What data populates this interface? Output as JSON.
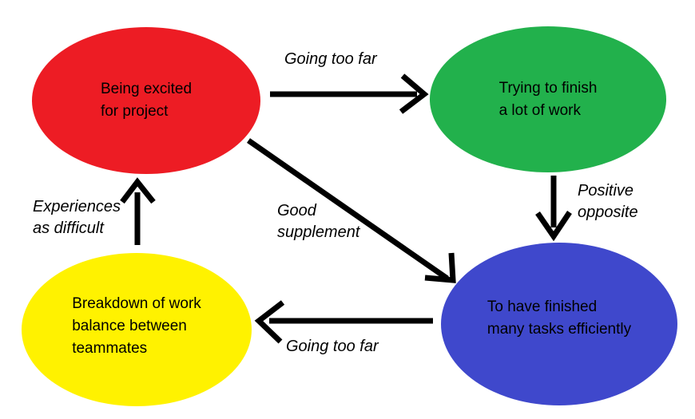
{
  "diagram": {
    "background_color": "#ffffff",
    "arrow_color": "#000000",
    "text_color": "#000000",
    "nodes": [
      {
        "id": "being-excited",
        "color": "#ed1c24",
        "lines": [
          "Being excited",
          "for project"
        ]
      },
      {
        "id": "trying-to-finish",
        "color": "#22b14c",
        "lines": [
          "Trying to finish",
          "a lot of work"
        ]
      },
      {
        "id": "finished-many-tasks",
        "color": "#3f48cc",
        "lines": [
          "To have finished",
          "many tasks efficiently"
        ]
      },
      {
        "id": "breakdown-work-balance",
        "color": "#fff200",
        "lines": [
          "Breakdown of work",
          "balance between",
          "teammates"
        ]
      }
    ],
    "edges": [
      {
        "from": "being-excited",
        "to": "trying-to-finish",
        "label": "Going too far",
        "label_lines": [
          "Going too far"
        ]
      },
      {
        "from": "trying-to-finish",
        "to": "finished-many-tasks",
        "label": "Positive opposite",
        "label_lines": [
          "Positive",
          "opposite"
        ]
      },
      {
        "from": "being-excited",
        "to": "finished-many-tasks",
        "label": "Good supplement",
        "label_lines": [
          "Good",
          "supplement"
        ]
      },
      {
        "from": "finished-many-tasks",
        "to": "breakdown-work-balance",
        "label": "Going too far",
        "label_lines": [
          "Going too far"
        ]
      },
      {
        "from": "breakdown-work-balance",
        "to": "being-excited",
        "label": "Experiences as difficult",
        "label_lines": [
          "Experiences",
          "as difficult"
        ]
      }
    ]
  }
}
